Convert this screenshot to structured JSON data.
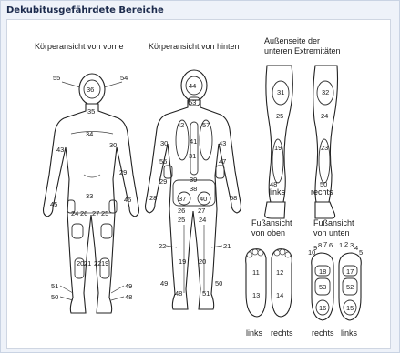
{
  "window_title": "Dekubitusgefährdete Bereiche",
  "views": {
    "front": "Körperansicht von vorne",
    "back": "Körperansicht von hinten",
    "lower_line1": "Außenseite der",
    "lower_line2": "unteren Extremitäten",
    "foot_top_line1": "Fußansicht",
    "foot_top_line2": "von oben",
    "foot_bottom_line1": "Fußansicht",
    "foot_bottom_line2": "von unten"
  },
  "side_labels": {
    "leg_left": "links",
    "leg_right": "rechts",
    "foot_top_left": "links",
    "foot_top_right": "rechts",
    "foot_bottom_left": "rechts",
    "foot_bottom_right": "links"
  },
  "front_numbers": [
    "55",
    "36",
    "54",
    "35",
    "34",
    "43",
    "30",
    "29",
    "45",
    "46",
    "33",
    "24",
    "26",
    "27",
    "25",
    "20",
    "21",
    "22",
    "19",
    "51",
    "50",
    "49",
    "48"
  ],
  "back_numbers": [
    "44",
    "53",
    "42",
    "57",
    "41",
    "31",
    "30",
    "43",
    "56",
    "39",
    "47",
    "38",
    "29",
    "28",
    "37",
    "40",
    "58",
    "26",
    "27",
    "25",
    "24",
    "22",
    "21",
    "19",
    "20",
    "49",
    "48",
    "50",
    "51"
  ],
  "leg_numbers": [
    "31",
    "32",
    "25",
    "24",
    "19",
    "23",
    "48",
    "50"
  ],
  "foot_top_numbers": [
    "11",
    "12",
    "13",
    "14"
  ],
  "foot_bottom_numbers": [
    "10",
    "9",
    "8",
    "7",
    "6",
    "1",
    "2",
    "3",
    "4",
    "5",
    "18",
    "17",
    "53",
    "52",
    "16",
    "15"
  ]
}
